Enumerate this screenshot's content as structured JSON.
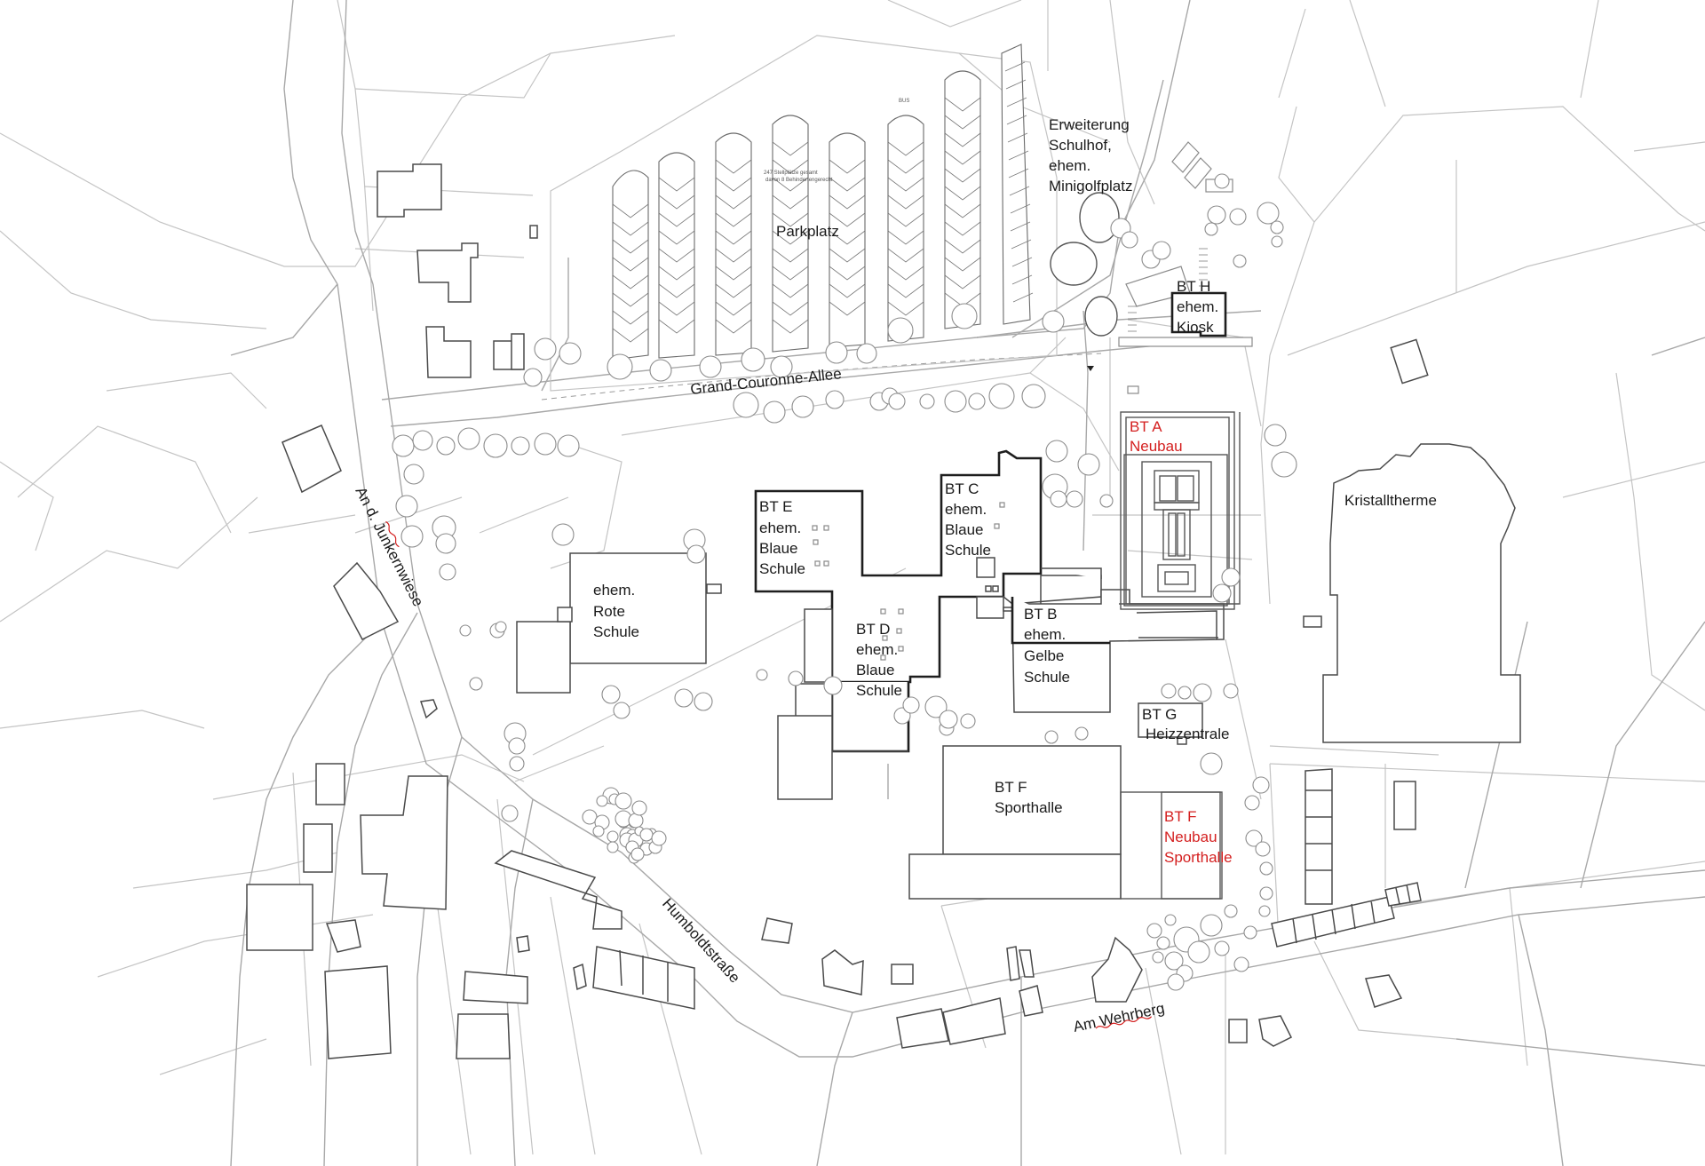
{
  "map": {
    "colors": {
      "existing_label": "#1a1a1a",
      "new_building_label": "#d42020",
      "building_outline": "#1e1e1e",
      "plot_lines": "#c4c4c4",
      "trees": "#8c8c8c"
    },
    "parking": {
      "label": "Parkplatz",
      "bus_label": "BUS",
      "note_line1": "247 Stellplätze gesamt",
      "note_line2": "davon 8 Behindertengerecht"
    },
    "schoolyard_extension": {
      "line1": "Erweiterung",
      "line2": "Schulhof,",
      "line3": "ehem.",
      "line4": "Minigolfplatz"
    },
    "buildings": {
      "bt_h": {
        "line1": "BT H",
        "line2": "ehem.",
        "line3": "Kiosk"
      },
      "bt_a": {
        "line1": "BT A",
        "line2": "Neubau"
      },
      "bt_e": {
        "line1": "BT E",
        "line2": "ehem.",
        "line3": "Blaue",
        "line4": "Schule"
      },
      "bt_c": {
        "line1": "BT C",
        "line2": "ehem.",
        "line3": "Blaue",
        "line4": "Schule"
      },
      "bt_d": {
        "line1": "BT D",
        "line2": "ehem.",
        "line3": "Blaue",
        "line4": "Schule"
      },
      "bt_b": {
        "line1": "BT B",
        "line2": "ehem.",
        "line3": "Gelbe",
        "line4": "Schule"
      },
      "rote_schule": {
        "line1": "ehem.",
        "line2": "Rote",
        "line3": "Schule"
      },
      "bt_g": {
        "line1": "BT G",
        "line2": "Heizzentrale"
      },
      "bt_f": {
        "line1": "BT F",
        "line2": "Sporthalle"
      },
      "bt_f_new": {
        "line1": "BT F",
        "line2": "Neubau",
        "line3": "Sporthalle"
      },
      "kristalltherme": {
        "label": "Kristalltherme"
      }
    },
    "streets": {
      "grand_couronne": "Grand-Couronne-Allee",
      "junkernwiese": "An d. Junkernwiese",
      "humboldt": "Humboldtstraße",
      "wehrberg": "Am Wehrberg"
    }
  }
}
